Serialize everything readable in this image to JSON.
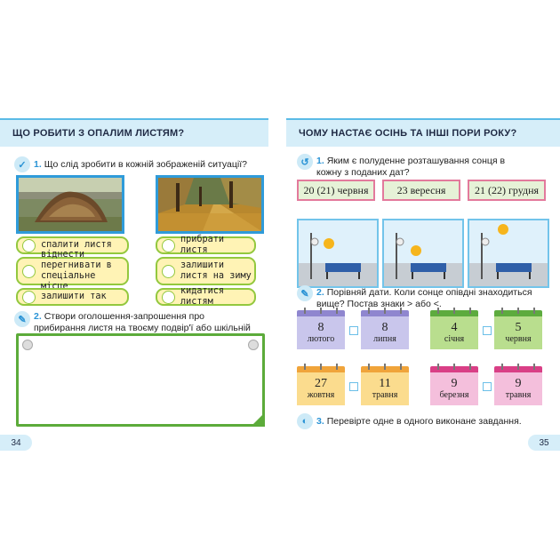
{
  "left_page": {
    "header": "ЩО РОБИТИ З ОПАЛИМ ЛИСТЯМ?",
    "task1": {
      "num": "1.",
      "text": "Що слід зробити в кожній зображеній ситуації?"
    },
    "options_left": [
      "спалити листя",
      "віднести перегнивати в спеціальне місце",
      "залишити так"
    ],
    "options_right": [
      "прибрати листя",
      "залишити листя на зиму",
      "кидатися листям"
    ],
    "task2": {
      "num": "2.",
      "text": "Створи оголошення-запрошення про прибирання листя на твоєму подвір'ї або шкільній ділянці."
    },
    "page_number": "34"
  },
  "right_page": {
    "header": "ЧОМУ НАСТАЄ ОСІНЬ ТА ІНШІ ПОРИ РОКУ?",
    "task1": {
      "num": "1.",
      "text": "Яким є полуденне розташування сонця в кожну з поданих дат?"
    },
    "dates": [
      "20 (21) червня",
      "23 вересня",
      "21 (22) грудня"
    ],
    "task2": {
      "num": "2.",
      "text": "Порівняй дати. Коли сонце опівдні знаходиться вище? Постав знаки > або <."
    },
    "calendars_row1": [
      {
        "num": "8",
        "month": "лютого",
        "top": "#8f86cf",
        "bg": "#c9c6ec"
      },
      {
        "num": "8",
        "month": "липня",
        "top": "#8f86cf",
        "bg": "#c9c6ec"
      },
      {
        "num": "4",
        "month": "січня",
        "top": "#5dab3e",
        "bg": "#b9de8e"
      },
      {
        "num": "5",
        "month": "червня",
        "top": "#5dab3e",
        "bg": "#b9de8e"
      }
    ],
    "calendars_row2": [
      {
        "num": "27",
        "month": "жовтня",
        "top": "#f0a43a",
        "bg": "#fbdc8e"
      },
      {
        "num": "11",
        "month": "травня",
        "top": "#f0a43a",
        "bg": "#fbdc8e"
      },
      {
        "num": "9",
        "month": "березня",
        "top": "#d93f86",
        "bg": "#f4bfdc"
      },
      {
        "num": "9",
        "month": "травня",
        "top": "#d93f86",
        "bg": "#f4bfdc"
      }
    ],
    "task3": {
      "num": "3.",
      "text": "Перевірте одне в одного виконане завдання."
    },
    "page_number": "35"
  },
  "colors": {
    "accent_blue": "#2a93d5",
    "header_bg": "#d6eef9",
    "green": "#93c83e",
    "option_bg": "#fff3b5",
    "pink": "#e37a9c"
  }
}
